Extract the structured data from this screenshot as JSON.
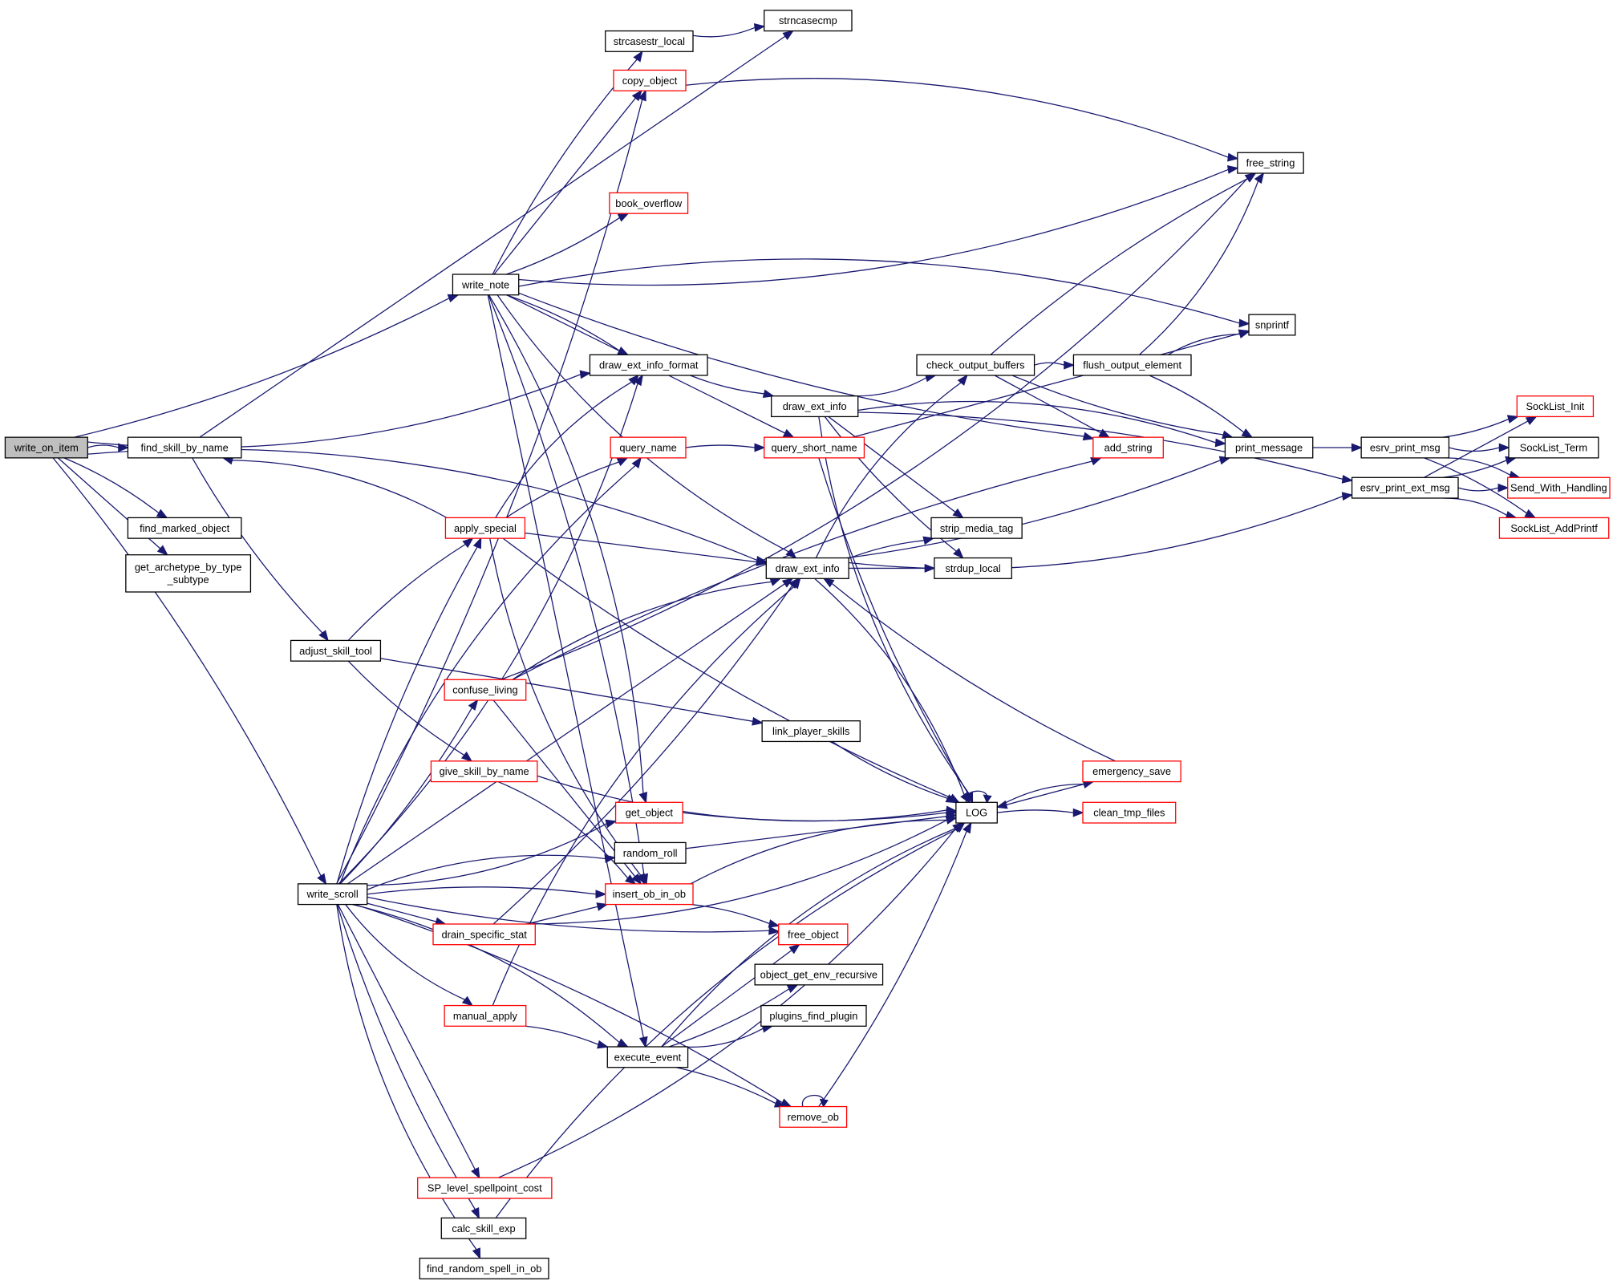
{
  "diagram": {
    "type": "call-graph",
    "root": "write_on_item",
    "colors": {
      "edge": "#191970",
      "root_fill": "#bfbfbf",
      "normal_border": "#000000",
      "truncated_border": "#ff0000",
      "background": "#ffffff"
    },
    "nodes": [
      {
        "id": "write_on_item",
        "label": "write_on_item",
        "style": "root"
      },
      {
        "id": "find_skill_by_name",
        "label": "find_skill_by_name",
        "style": "normal"
      },
      {
        "id": "find_marked_object",
        "label": "find_marked_object",
        "style": "normal"
      },
      {
        "id": "get_archetype_by_type_subtype",
        "label": "get_archetype_by_type\n_subtype",
        "style": "normal"
      },
      {
        "id": "strncasecmp",
        "label": "strncasecmp",
        "style": "normal"
      },
      {
        "id": "strcasestr_local",
        "label": "strcasestr_local",
        "style": "normal"
      },
      {
        "id": "copy_object",
        "label": "copy_object",
        "style": "truncated"
      },
      {
        "id": "free_string",
        "label": "free_string",
        "style": "normal"
      },
      {
        "id": "book_overflow",
        "label": "book_overflow",
        "style": "truncated"
      },
      {
        "id": "write_note",
        "label": "write_note",
        "style": "normal"
      },
      {
        "id": "snprintf",
        "label": "snprintf",
        "style": "normal"
      },
      {
        "id": "draw_ext_info_format",
        "label": "draw_ext_info_format",
        "style": "normal"
      },
      {
        "id": "check_output_buffers",
        "label": "check_output_buffers",
        "style": "normal"
      },
      {
        "id": "flush_output_element",
        "label": "flush_output_element",
        "style": "normal"
      },
      {
        "id": "draw_ext_info_a",
        "label": "draw_ext_info",
        "style": "normal"
      },
      {
        "id": "query_name",
        "label": "query_name",
        "style": "truncated"
      },
      {
        "id": "query_short_name",
        "label": "query_short_name",
        "style": "truncated"
      },
      {
        "id": "add_string",
        "label": "add_string",
        "style": "truncated"
      },
      {
        "id": "print_message",
        "label": "print_message",
        "style": "normal"
      },
      {
        "id": "esrv_print_msg",
        "label": "esrv_print_msg",
        "style": "normal"
      },
      {
        "id": "SockList_Init",
        "label": "SockList_Init",
        "style": "truncated"
      },
      {
        "id": "SockList_Term",
        "label": "SockList_Term",
        "style": "normal"
      },
      {
        "id": "esrv_print_ext_msg",
        "label": "esrv_print_ext_msg",
        "style": "normal"
      },
      {
        "id": "Send_With_Handling",
        "label": "Send_With_Handling",
        "style": "truncated"
      },
      {
        "id": "SockList_AddPrintf",
        "label": "SockList_AddPrintf",
        "style": "truncated"
      },
      {
        "id": "apply_special",
        "label": "apply_special",
        "style": "truncated"
      },
      {
        "id": "strip_media_tag",
        "label": "strip_media_tag",
        "style": "normal"
      },
      {
        "id": "draw_ext_info_b",
        "label": "draw_ext_info",
        "style": "normal"
      },
      {
        "id": "strdup_local",
        "label": "strdup_local",
        "style": "normal"
      },
      {
        "id": "adjust_skill_tool",
        "label": "adjust_skill_tool",
        "style": "normal"
      },
      {
        "id": "confuse_living",
        "label": "confuse_living",
        "style": "truncated"
      },
      {
        "id": "link_player_skills",
        "label": "link_player_skills",
        "style": "normal"
      },
      {
        "id": "give_skill_by_name",
        "label": "give_skill_by_name",
        "style": "truncated"
      },
      {
        "id": "emergency_save",
        "label": "emergency_save",
        "style": "truncated"
      },
      {
        "id": "get_object",
        "label": "get_object",
        "style": "truncated"
      },
      {
        "id": "LOG",
        "label": "LOG",
        "style": "normal"
      },
      {
        "id": "clean_tmp_files",
        "label": "clean_tmp_files",
        "style": "truncated"
      },
      {
        "id": "random_roll",
        "label": "random_roll",
        "style": "normal"
      },
      {
        "id": "write_scroll",
        "label": "write_scroll",
        "style": "normal"
      },
      {
        "id": "insert_ob_in_ob",
        "label": "insert_ob_in_ob",
        "style": "truncated"
      },
      {
        "id": "drain_specific_stat",
        "label": "drain_specific_stat",
        "style": "truncated"
      },
      {
        "id": "free_object",
        "label": "free_object",
        "style": "truncated"
      },
      {
        "id": "object_get_env_recursive",
        "label": "object_get_env_recursive",
        "style": "normal"
      },
      {
        "id": "manual_apply",
        "label": "manual_apply",
        "style": "truncated"
      },
      {
        "id": "plugins_find_plugin",
        "label": "plugins_find_plugin",
        "style": "normal"
      },
      {
        "id": "execute_event",
        "label": "execute_event",
        "style": "normal"
      },
      {
        "id": "remove_ob",
        "label": "remove_ob",
        "style": "truncated"
      },
      {
        "id": "SP_level_spellpoint_cost",
        "label": "SP_level_spellpoint_cost",
        "style": "truncated"
      },
      {
        "id": "calc_skill_exp",
        "label": "calc_skill_exp",
        "style": "normal"
      },
      {
        "id": "find_random_spell_in_ob",
        "label": "find_random_spell_in_ob",
        "style": "normal"
      }
    ],
    "edges": [
      [
        "write_on_item",
        "find_skill_by_name"
      ],
      [
        "write_on_item",
        "find_marked_object"
      ],
      [
        "write_on_item",
        "get_archetype_by_type_subtype"
      ],
      [
        "write_on_item",
        "write_note"
      ],
      [
        "write_on_item",
        "draw_ext_info_format"
      ],
      [
        "write_on_item",
        "draw_ext_info_b"
      ],
      [
        "write_on_item",
        "write_scroll"
      ],
      [
        "find_skill_by_name",
        "strncasecmp"
      ],
      [
        "find_skill_by_name",
        "adjust_skill_tool"
      ],
      [
        "strcasestr_local",
        "strncasecmp"
      ],
      [
        "copy_object",
        "free_string"
      ],
      [
        "write_note",
        "strcasestr_local"
      ],
      [
        "write_note",
        "copy_object"
      ],
      [
        "write_note",
        "book_overflow"
      ],
      [
        "write_note",
        "free_string"
      ],
      [
        "write_note",
        "snprintf"
      ],
      [
        "write_note",
        "draw_ext_info_format"
      ],
      [
        "write_note",
        "query_short_name"
      ],
      [
        "write_note",
        "add_string"
      ],
      [
        "write_note",
        "draw_ext_info_b"
      ],
      [
        "write_note",
        "get_object"
      ],
      [
        "write_note",
        "insert_ob_in_ob"
      ],
      [
        "write_note",
        "execute_event"
      ],
      [
        "draw_ext_info_format",
        "draw_ext_info_a"
      ],
      [
        "draw_ext_info_a",
        "check_output_buffers"
      ],
      [
        "draw_ext_info_a",
        "print_message"
      ],
      [
        "draw_ext_info_a",
        "esrv_print_ext_msg"
      ],
      [
        "draw_ext_info_a",
        "strip_media_tag"
      ],
      [
        "draw_ext_info_a",
        "strdup_local"
      ],
      [
        "draw_ext_info_a",
        "LOG"
      ],
      [
        "check_output_buffers",
        "flush_output_element"
      ],
      [
        "check_output_buffers",
        "free_string"
      ],
      [
        "check_output_buffers",
        "add_string"
      ],
      [
        "check_output_buffers",
        "print_message"
      ],
      [
        "flush_output_element",
        "free_string"
      ],
      [
        "flush_output_element",
        "snprintf"
      ],
      [
        "flush_output_element",
        "print_message"
      ],
      [
        "print_message",
        "esrv_print_msg"
      ],
      [
        "esrv_print_msg",
        "SockList_Init"
      ],
      [
        "esrv_print_msg",
        "SockList_Term"
      ],
      [
        "esrv_print_msg",
        "Send_With_Handling"
      ],
      [
        "esrv_print_msg",
        "SockList_AddPrintf"
      ],
      [
        "esrv_print_ext_msg",
        "SockList_Init"
      ],
      [
        "esrv_print_ext_msg",
        "SockList_Term"
      ],
      [
        "esrv_print_ext_msg",
        "Send_With_Handling"
      ],
      [
        "esrv_print_ext_msg",
        "SockList_AddPrintf"
      ],
      [
        "query_name",
        "query_short_name"
      ],
      [
        "query_short_name",
        "snprintf"
      ],
      [
        "query_short_name",
        "LOG"
      ],
      [
        "apply_special",
        "find_skill_by_name"
      ],
      [
        "apply_special",
        "draw_ext_info_format"
      ],
      [
        "apply_special",
        "query_name"
      ],
      [
        "apply_special",
        "draw_ext_info_b"
      ],
      [
        "apply_special",
        "LOG"
      ],
      [
        "apply_special",
        "insert_ob_in_ob"
      ],
      [
        "draw_ext_info_b",
        "check_output_buffers"
      ],
      [
        "draw_ext_info_b",
        "strip_media_tag"
      ],
      [
        "draw_ext_info_b",
        "strdup_local"
      ],
      [
        "draw_ext_info_b",
        "print_message"
      ],
      [
        "draw_ext_info_b",
        "esrv_print_ext_msg"
      ],
      [
        "draw_ext_info_b",
        "LOG"
      ],
      [
        "adjust_skill_tool",
        "apply_special"
      ],
      [
        "adjust_skill_tool",
        "link_player_skills"
      ],
      [
        "adjust_skill_tool",
        "give_skill_by_name"
      ],
      [
        "confuse_living",
        "free_string"
      ],
      [
        "confuse_living",
        "draw_ext_info_b"
      ],
      [
        "confuse_living",
        "add_string"
      ],
      [
        "confuse_living",
        "insert_ob_in_ob"
      ],
      [
        "link_player_skills",
        "LOG"
      ],
      [
        "give_skill_by_name",
        "LOG"
      ],
      [
        "give_skill_by_name",
        "insert_ob_in_ob"
      ],
      [
        "emergency_save",
        "draw_ext_info_b"
      ],
      [
        "emergency_save",
        "LOG"
      ],
      [
        "get_object",
        "LOG"
      ],
      [
        "LOG",
        "LOG"
      ],
      [
        "LOG",
        "emergency_save"
      ],
      [
        "LOG",
        "clean_tmp_files"
      ],
      [
        "random_roll",
        "LOG"
      ],
      [
        "write_scroll",
        "copy_object"
      ],
      [
        "write_scroll",
        "draw_ext_info_format"
      ],
      [
        "write_scroll",
        "query_name"
      ],
      [
        "write_scroll",
        "apply_special"
      ],
      [
        "write_scroll",
        "draw_ext_info_b"
      ],
      [
        "write_scroll",
        "confuse_living"
      ],
      [
        "write_scroll",
        "get_object"
      ],
      [
        "write_scroll",
        "random_roll"
      ],
      [
        "write_scroll",
        "insert_ob_in_ob"
      ],
      [
        "write_scroll",
        "drain_specific_stat"
      ],
      [
        "write_scroll",
        "free_object"
      ],
      [
        "write_scroll",
        "manual_apply"
      ],
      [
        "write_scroll",
        "execute_event"
      ],
      [
        "write_scroll",
        "remove_ob"
      ],
      [
        "write_scroll",
        "SP_level_spellpoint_cost"
      ],
      [
        "write_scroll",
        "calc_skill_exp"
      ],
      [
        "write_scroll",
        "find_random_spell_in_ob"
      ],
      [
        "insert_ob_in_ob",
        "LOG"
      ],
      [
        "insert_ob_in_ob",
        "free_object"
      ],
      [
        "drain_specific_stat",
        "insert_ob_in_ob"
      ],
      [
        "drain_specific_stat",
        "draw_ext_info_b"
      ],
      [
        "drain_specific_stat",
        "LOG"
      ],
      [
        "manual_apply",
        "draw_ext_info_b"
      ],
      [
        "manual_apply",
        "execute_event"
      ],
      [
        "execute_event",
        "free_object"
      ],
      [
        "execute_event",
        "object_get_env_recursive"
      ],
      [
        "execute_event",
        "plugins_find_plugin"
      ],
      [
        "execute_event",
        "LOG"
      ],
      [
        "execute_event",
        "remove_ob"
      ],
      [
        "remove_ob",
        "remove_ob"
      ],
      [
        "remove_ob",
        "LOG"
      ],
      [
        "SP_level_spellpoint_cost",
        "LOG"
      ],
      [
        "calc_skill_exp",
        "LOG"
      ]
    ]
  }
}
